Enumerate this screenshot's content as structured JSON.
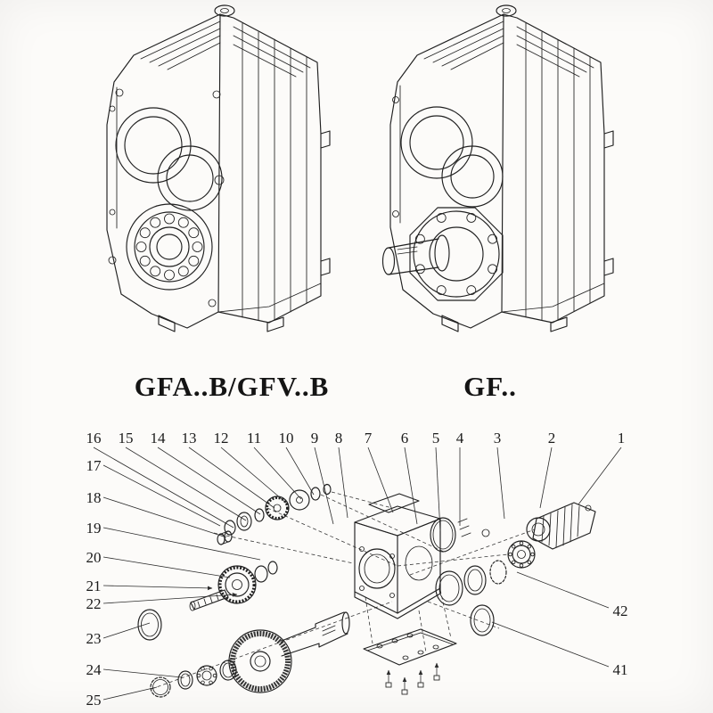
{
  "models": [
    {
      "label": "GFA..B/GFV..B"
    },
    {
      "label": "GF.."
    }
  ],
  "exploded": {
    "top_callouts": [
      "16",
      "15",
      "14",
      "13",
      "12",
      "11",
      "10",
      "9",
      "8",
      "7",
      "6",
      "5",
      "4",
      "3",
      "2",
      "1"
    ],
    "left_callouts": [
      "17",
      "18",
      "19",
      "20",
      "21",
      "22",
      "23",
      "24",
      "25"
    ],
    "right_callouts": [
      "42",
      "41"
    ]
  },
  "colors": {
    "line_color": "#202020",
    "page_background": "#fcfbf9"
  }
}
